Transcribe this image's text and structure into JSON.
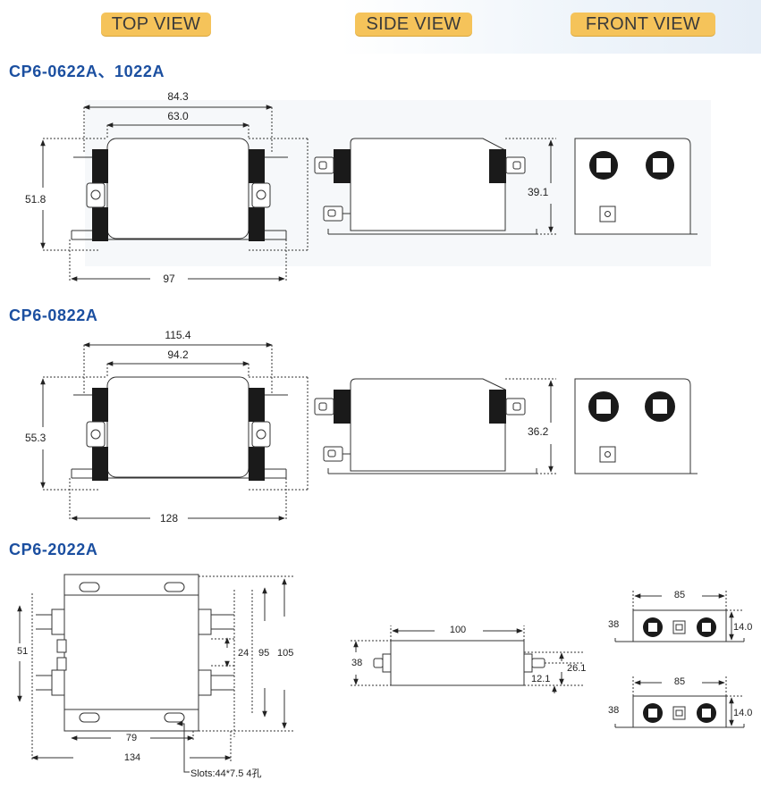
{
  "views": {
    "top": "TOP VIEW",
    "side": "SIDE VIEW",
    "front": "FRONT VIEW"
  },
  "models": [
    {
      "name": "CP6-0622A、1022A",
      "dims": {
        "overall_width": "84.3",
        "body_width": "63.0",
        "height": "51.8",
        "base_length": "97",
        "side_height": "39.1"
      }
    },
    {
      "name": "CP6-0822A",
      "dims": {
        "overall_width": "115.4",
        "body_width": "94.2",
        "height": "55.3",
        "base_length": "128",
        "side_height": "36.2"
      }
    },
    {
      "name": "CP6-2022A",
      "dims": {
        "left_height": "51",
        "gap": "24",
        "inner": "95",
        "outer": "105",
        "hole_span": "79",
        "base_length": "134",
        "slots": "Slots:44*7.5  4孔",
        "side_length": "100",
        "side_height": "38",
        "side_a": "26.1",
        "side_b": "12.1",
        "front_width": "85",
        "front_left": "38",
        "front_right": "14.0"
      }
    }
  ],
  "colors": {
    "tag_bg": "#f5c35a",
    "model_text": "#1b4fa0",
    "terminal": "#1a1a1a"
  }
}
